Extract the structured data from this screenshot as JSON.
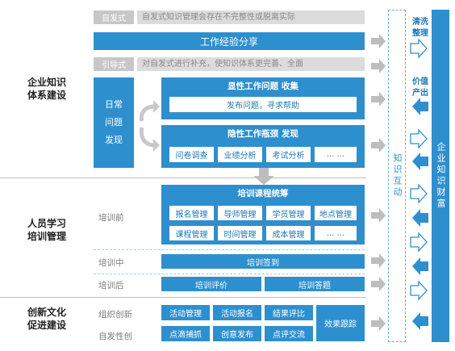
{
  "sections": {
    "enterprise": "企业知识\n体系建设",
    "training": "人员学习\n培训管理",
    "culture": "创新文化\n促进建设"
  },
  "top": {
    "spontaneous_tag": "自发式",
    "spontaneous_text": "自发式知识管理会存在不完整性或脱离实际",
    "experience_share": "工作经验分享",
    "guided_tag": "引导式",
    "guided_text": "对自发式进行补充，使知识体系更完善、全面"
  },
  "daily": "日常\n问题\n发现",
  "explicit": {
    "title": "显性工作问题 收集",
    "item": "发布问题，寻求帮助"
  },
  "implicit": {
    "title": "隐性工作瓶颈 发现",
    "items": [
      "问卷调查",
      "业绩分析",
      "考试分析",
      "... ..."
    ]
  },
  "training": {
    "before_label": "培训前",
    "plan_title": "培训课程统筹",
    "row1": [
      "报名管理",
      "导师管理",
      "学员管理",
      "地点管理"
    ],
    "row2": [
      "课程管理",
      "时间管理",
      "成本管理",
      "... ..."
    ],
    "during_label": "培训中",
    "checkin": "培训签到",
    "after_label": "培训后",
    "evaluation": "培训评价",
    "answer": "培训答题"
  },
  "culture": {
    "org_label": "组织创新",
    "self_label": "自发性创",
    "row1": [
      "活动管理",
      "活动报名",
      "结果评比"
    ],
    "row2": [
      "点滴捕抓",
      "创意发布",
      "点评交流"
    ],
    "tracking": "效果跟踪"
  },
  "interaction": "知识互动",
  "side_top_labels": [
    "清洗\n整理",
    "价值\n产出"
  ],
  "wealth": "企业知识财富",
  "colors": {
    "primary": "#2e8fcf",
    "light": "#6aaad6",
    "gray": "#dcdcdc"
  }
}
